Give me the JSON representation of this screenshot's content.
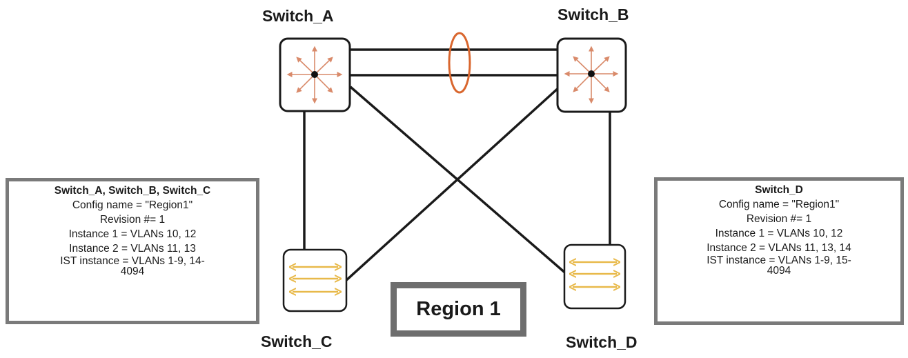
{
  "switches": {
    "a": {
      "label": "Switch_A",
      "icon": "core-switch-icon"
    },
    "b": {
      "label": "Switch_B",
      "icon": "core-switch-icon"
    },
    "c": {
      "label": "Switch_C",
      "icon": "access-switch-icon"
    },
    "d": {
      "label": "Switch_D",
      "icon": "access-switch-icon"
    }
  },
  "left_box": {
    "title": "Switch_A, Switch_B, Switch_C",
    "config_name": "Config name = \"Region1\"",
    "revision": "Revision #= 1",
    "instance1": "Instance 1 = VLANs 10, 12",
    "instance2": "Instance 2 = VLANs 11, 13",
    "ist": "IST instance = VLANs 1-9, 14-4094"
  },
  "right_box": {
    "title": "Switch_D",
    "config_name": "Config name = \"Region1\"",
    "revision": "Revision #= 1",
    "instance1": "Instance 1 = VLANs 10, 12",
    "instance2": "Instance 2 = VLANs 11, 13, 14",
    "ist": "IST instance = VLANs 1-9, 15-4094"
  },
  "region": {
    "label": "Region 1"
  },
  "colors": {
    "core_arrow": "#d98a6a",
    "access_arrow": "#e8b94a",
    "lag_ring": "#d9662e",
    "box_border": "#7a7a7a",
    "region_border": "#6e6e6e"
  }
}
